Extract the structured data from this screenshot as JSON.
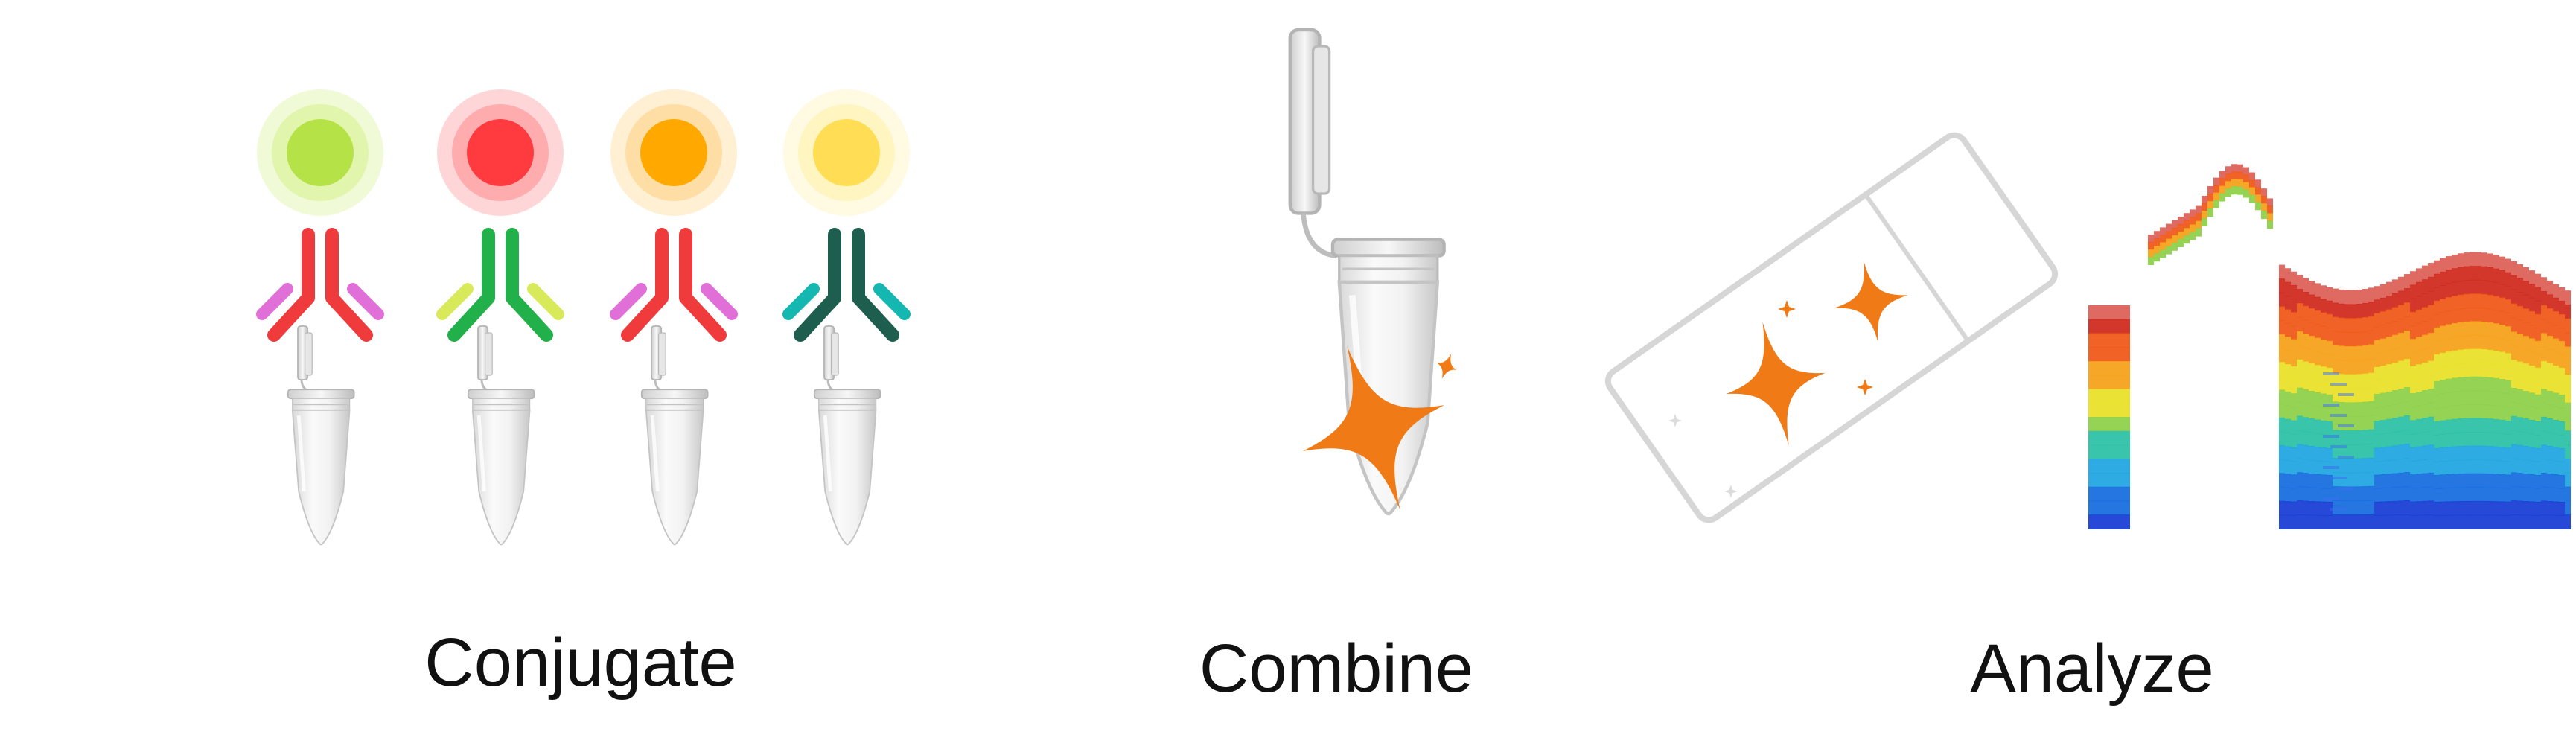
{
  "steps": [
    {
      "label": "Conjugate"
    },
    {
      "label": "Combine"
    },
    {
      "label": "Analyze"
    }
  ],
  "conjugate": {
    "dyes": [
      {
        "color": "#b5e246",
        "glow": "#d5f08a",
        "heavy": "#ef3b3b",
        "light": "#e070d8"
      },
      {
        "color": "#ff3b3f",
        "glow": "#ff8a8e",
        "heavy": "#22b04a",
        "light": "#d8ea5a"
      },
      {
        "color": "#ffa800",
        "glow": "#ffd080",
        "heavy": "#ef3b3b",
        "light": "#e070d8"
      },
      {
        "color": "#ffde55",
        "glow": "#fff0a8",
        "heavy": "#1e5e4e",
        "light": "#14b8b0"
      }
    ]
  },
  "icons": {
    "tube": "microcentrifuge-tube-icon",
    "antibody": "antibody-icon",
    "dye": "fluorophore-dot-icon",
    "spark": "sparkle-icon",
    "slide": "microscope-slide-icon",
    "plot": "spectral-density-plot-icon"
  },
  "colors": {
    "spark": "#ef7a16",
    "tube_outline": "#c9c9c9",
    "slide_outline": "#d6d6d6"
  }
}
